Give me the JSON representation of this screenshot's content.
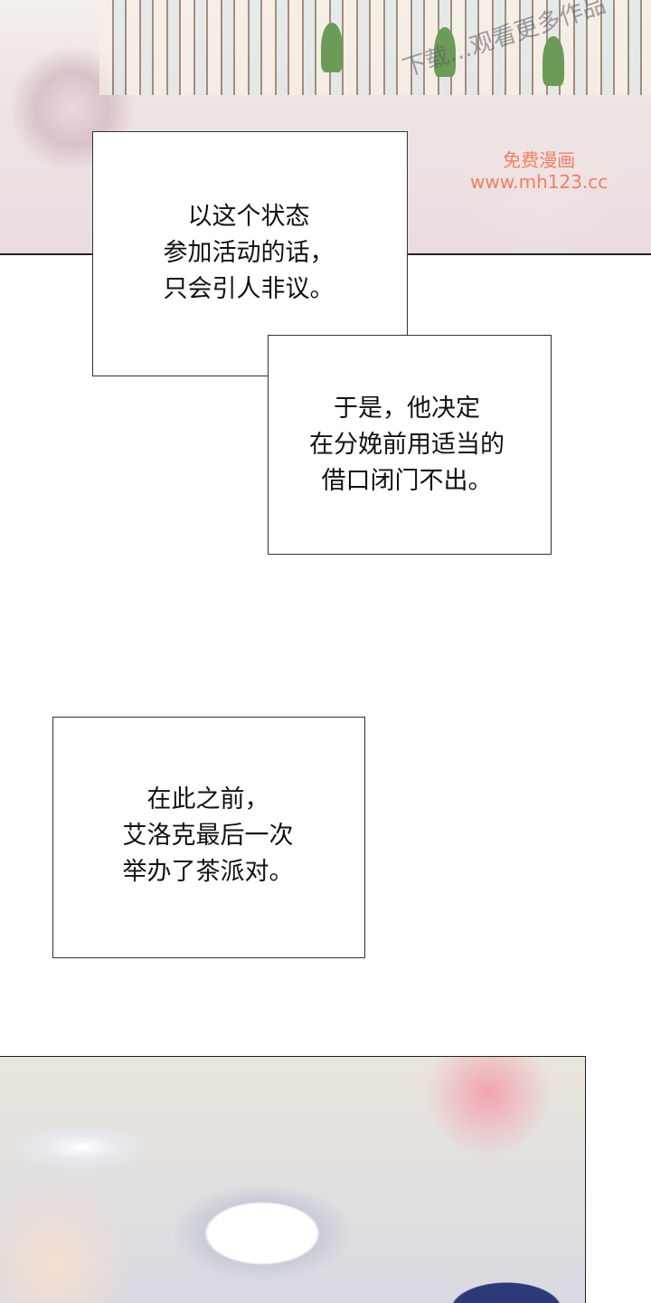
{
  "watermarks": {
    "top_gray": "下载…观看更多作品",
    "site_name": "免费漫画",
    "site_url": "www.mh123.cc"
  },
  "captions": [
    {
      "lines": [
        "以这个状态",
        "参加活动的话，",
        "只会引人非议。"
      ]
    },
    {
      "lines": [
        "于是，他决定",
        "在分娩前用适当的",
        "借口闭门不出。"
      ]
    },
    {
      "lines": [
        "在此之前，",
        "艾洛克最后一次",
        "举办了茶派对。"
      ]
    }
  ]
}
